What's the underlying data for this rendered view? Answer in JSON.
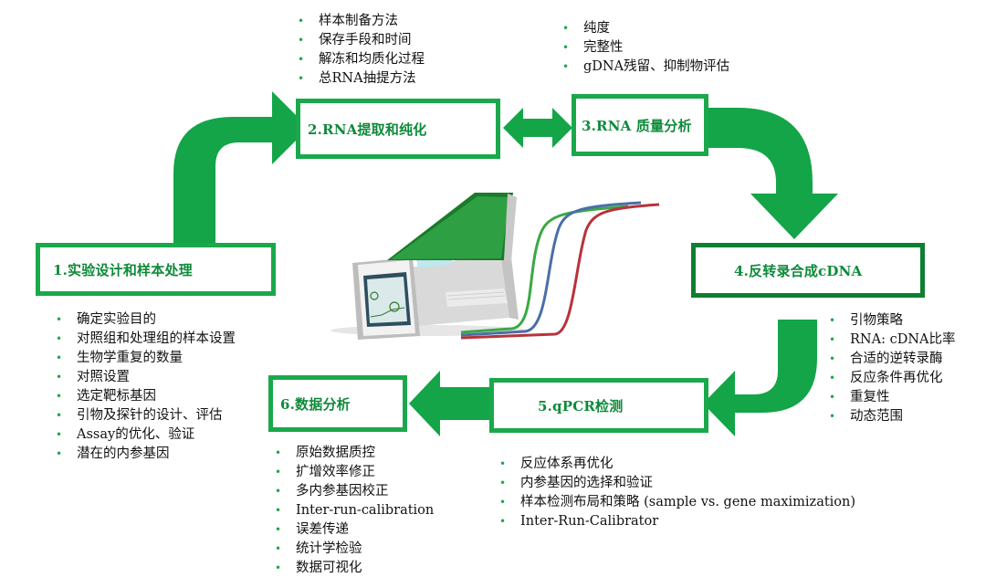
{
  "steps": [
    {
      "id": 1,
      "label": "1.实验设计和样本处理"
    },
    {
      "id": 2,
      "label": "2.RNA提取和纯化"
    },
    {
      "id": 3,
      "label": "3.RNA 质量分析"
    },
    {
      "id": 4,
      "label": "4.反转录合成cDNA"
    },
    {
      "id": 5,
      "label": "5.qPCR检测"
    },
    {
      "id": 6,
      "label": "6.数据分析"
    }
  ],
  "notes": {
    "step1": [
      "确定实验目的",
      "对照组和处理组的样本设置",
      "生物学重复的数量",
      "对照设置",
      "选定靶标基因",
      "引物及探针的设计、评估",
      "Assay的优化、验证",
      "潜在的内参基因"
    ],
    "step2": [
      "样本制备方法",
      "保存手段和时间",
      "解冻和均质化过程",
      "总RNA抽提方法"
    ],
    "step3": [
      "纯度",
      "完整性",
      "gDNA残留、抑制物评估"
    ],
    "step4": [
      "引物策略",
      "RNA: cDNA比率",
      "合适的逆转录酶",
      "反应条件再优化",
      "重复性",
      "动态范围"
    ],
    "step5": [
      "反应体系再优化",
      "内参基因的选择和验证",
      "样本检测布局和策略 (sample vs. gene maximization)",
      "Inter-Run-Calibrator"
    ],
    "step6": [
      "原始数据质控",
      "扩增效率修正",
      "多内参基因校正",
      "Inter-run-calibration",
      "误差传递",
      "统计学检验",
      "数据可视化"
    ]
  },
  "colors": {
    "arrow": "#13a548",
    "box_border": "#1aa84b",
    "label": "#0e8a3a",
    "curve_green": "#3aa844",
    "curve_blue": "#4a6fa8",
    "curve_red": "#b8333a"
  },
  "icons": {
    "instrument": "qpcr-instrument-icon",
    "curves": "amplification-curves-icon"
  }
}
